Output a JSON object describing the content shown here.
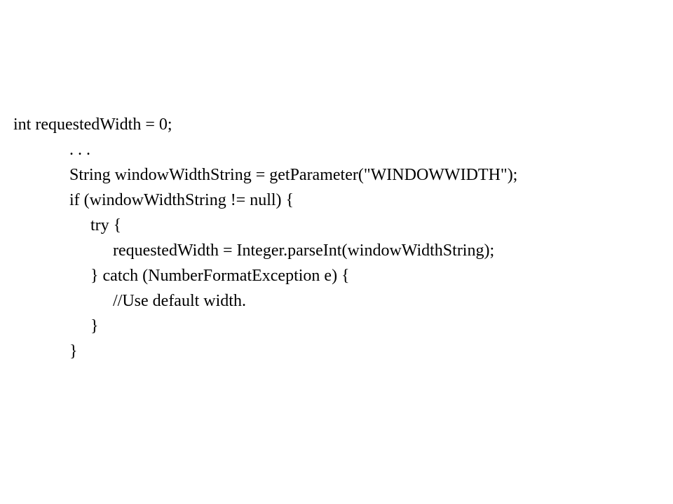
{
  "code": {
    "lines": [
      "int requestedWidth = 0;",
      ". . .",
      "String windowWidthString = getParameter(\"WINDOWWIDTH\");",
      "if (windowWidthString != null) {",
      "try {",
      "requestedWidth = Integer.parseInt(windowWidthString);",
      "} catch (NumberFormatException e) {",
      "//Use default width.",
      "}",
      "}"
    ]
  }
}
